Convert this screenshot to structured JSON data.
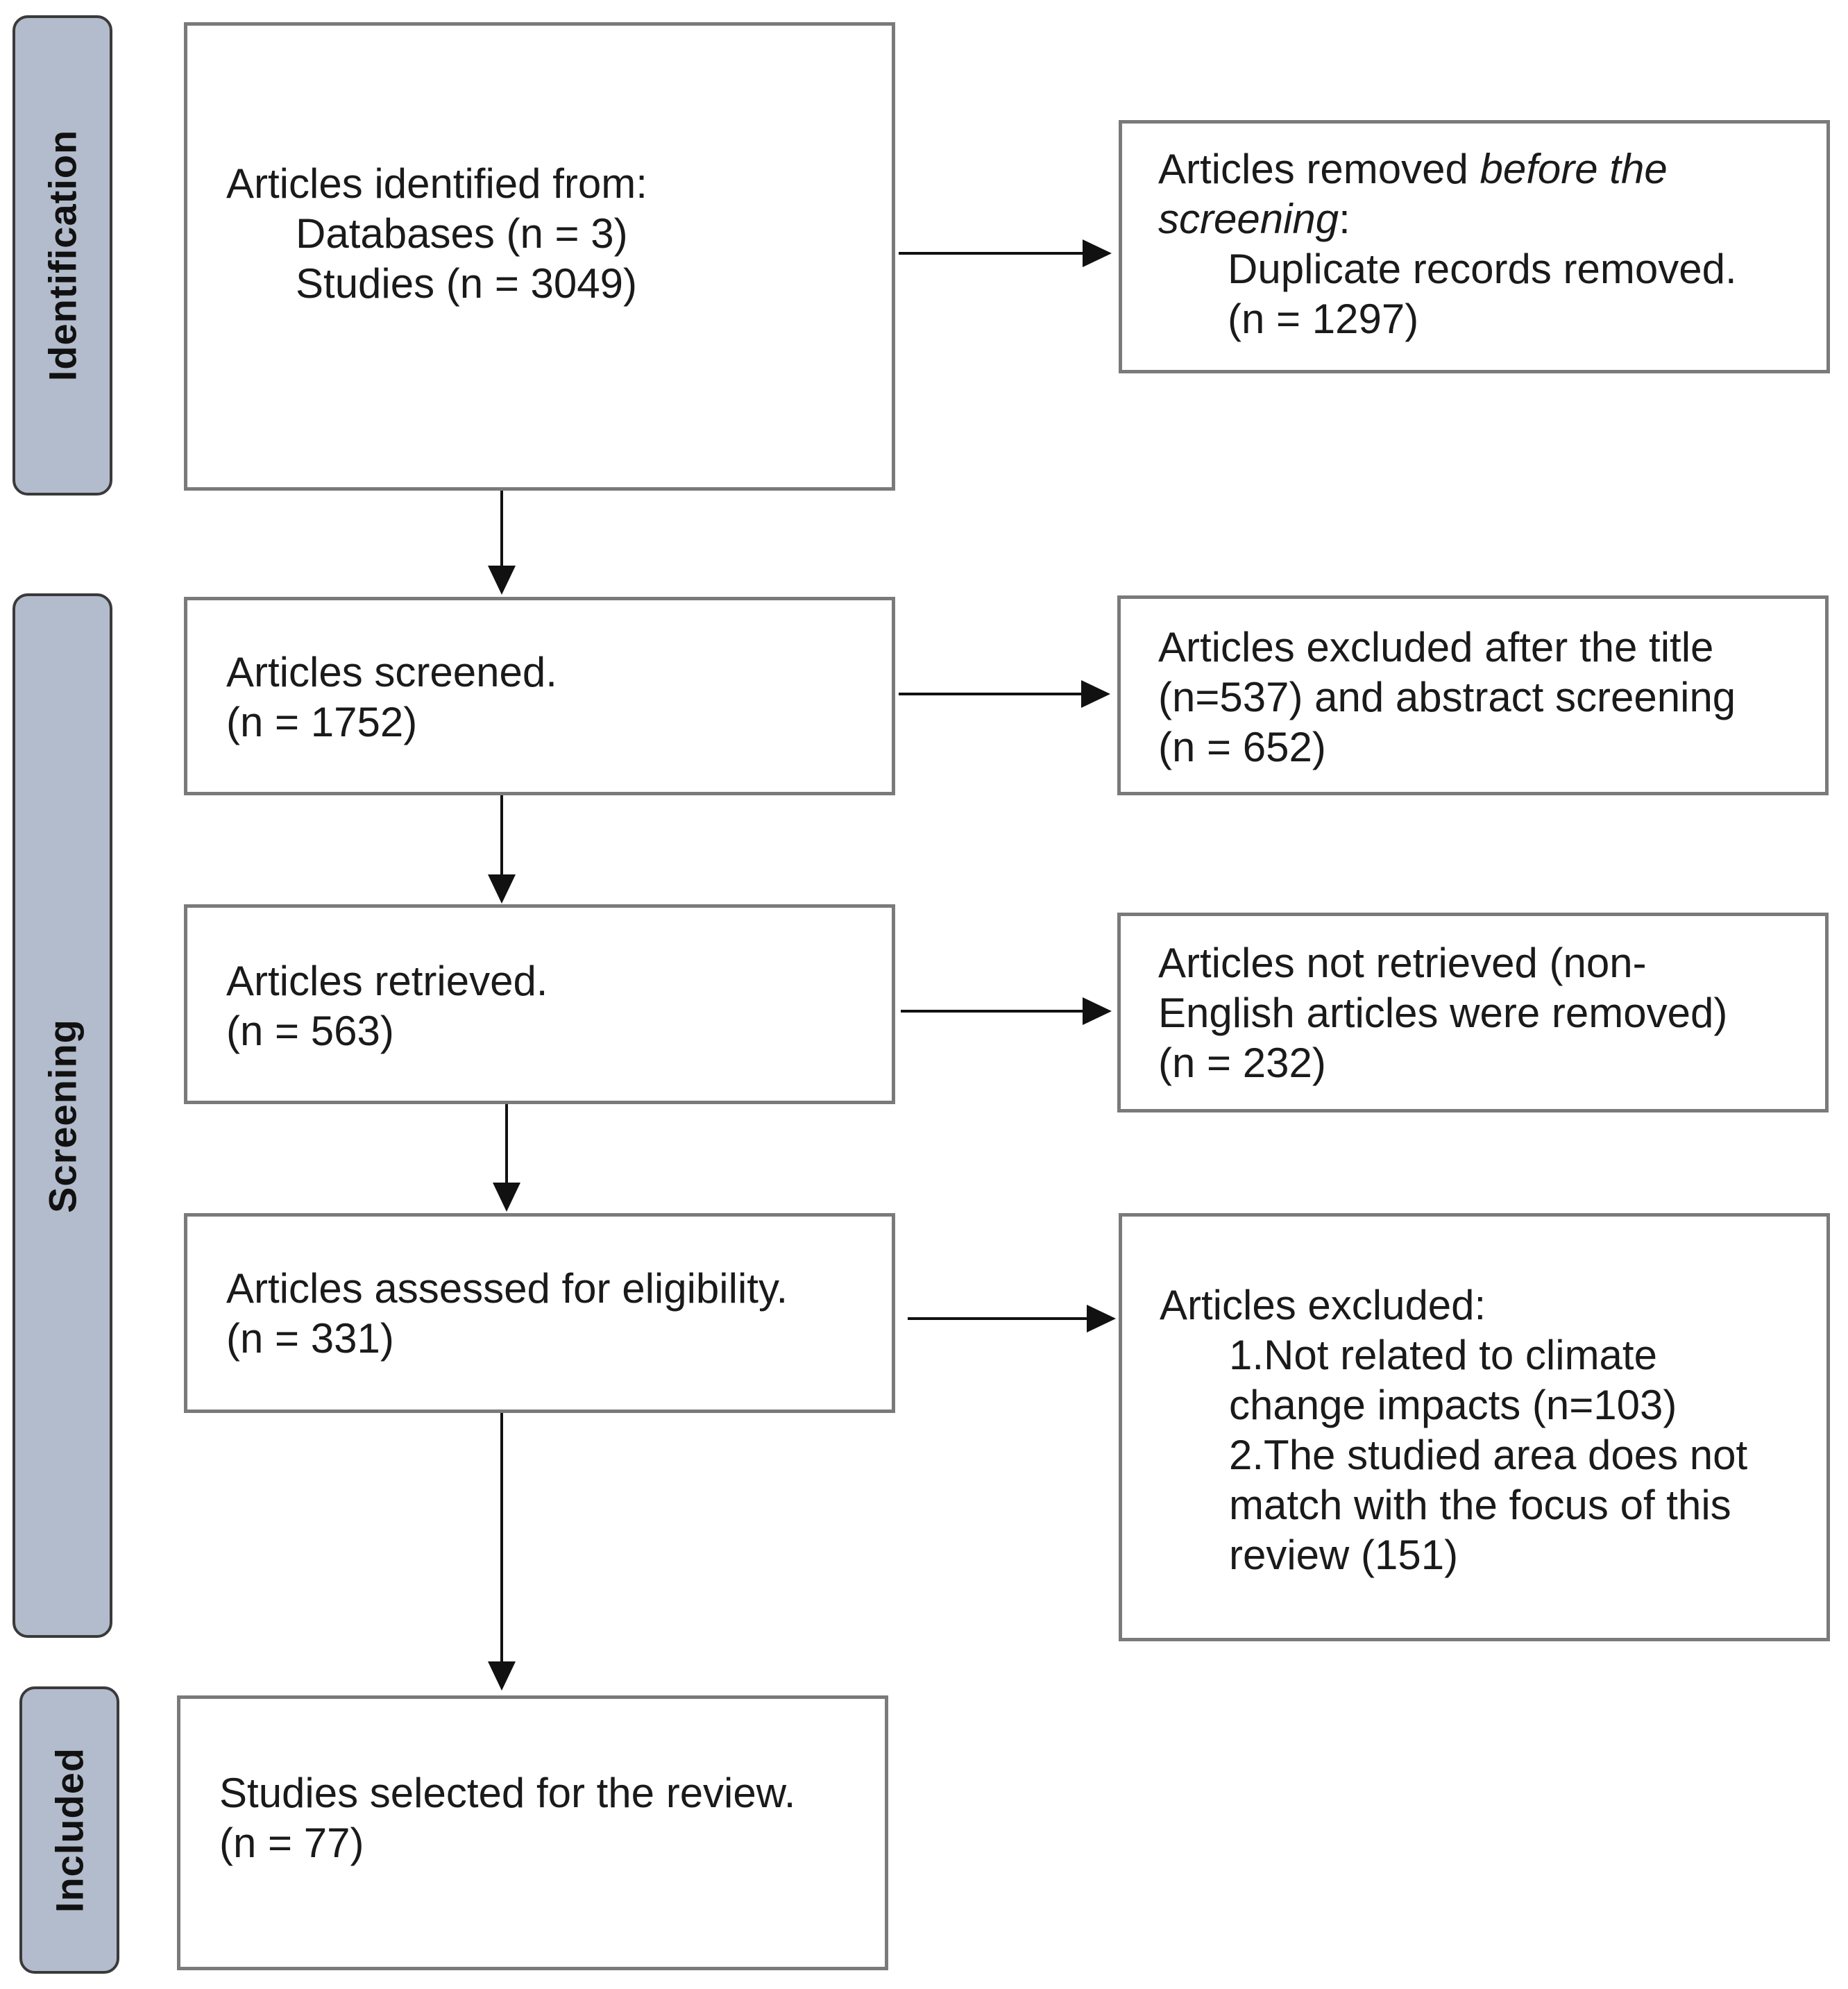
{
  "phases": {
    "identification": "Identification",
    "screening": "Screening",
    "included": "Included"
  },
  "boxes": {
    "identified": {
      "heading": "Articles identified from:",
      "line1": "Databases (n = 3)",
      "line2": "Studies (n = 3049)"
    },
    "removed": {
      "heading_pre": "Articles removed ",
      "heading_italic1": "before the",
      "heading_italic2": "screening",
      "heading_colon": ":",
      "line1": "Duplicate records removed.",
      "line2": "(n = 1297)"
    },
    "screened": {
      "line1": "Articles screened.",
      "line2": "(n = 1752)"
    },
    "excluded_title": {
      "line1": "Articles excluded after the title",
      "line2": "(n=537) and abstract screening",
      "line3": "(n = 652)"
    },
    "retrieved": {
      "line1": "Articles retrieved.",
      "line2": "(n = 563)"
    },
    "not_retrieved": {
      "line1": "Articles not retrieved (non-",
      "line2": "English articles were removed)",
      "line3": "(n = 232)"
    },
    "assessed": {
      "line1": "Articles assessed for eligibility.",
      "line2": "(n = 331)"
    },
    "excluded": {
      "heading": "Articles excluded:",
      "line1": "1.Not related to climate",
      "line2": "change impacts (n=103)",
      "line3": "2.The studied area does not",
      "line4": "match with the focus of this",
      "line5": "review (151)"
    },
    "selected": {
      "line1": "Studies selected for the review.",
      "line2": "(n = 77)"
    }
  }
}
